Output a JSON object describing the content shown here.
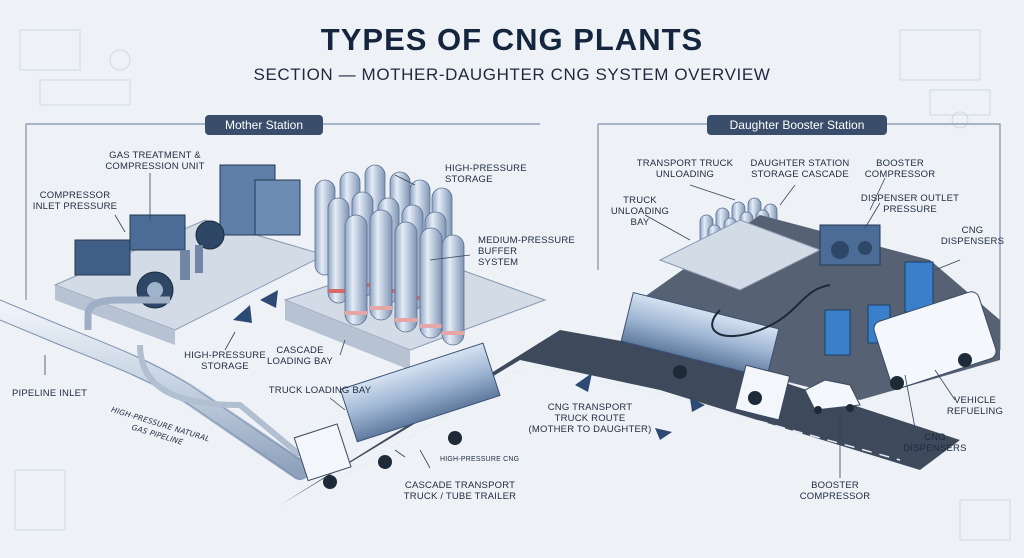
{
  "title": "TYPES OF CNG PLANTS",
  "subtitle": "SECTION — MOTHER-DAUGHTER CNG SYSTEM OVERVIEW",
  "mother": {
    "heading": "Mother Station",
    "labels": {
      "gas_treatment": "GAS TREATMENT &\nCOMPRESSION UNIT",
      "compressor_inlet": "COMPRESSOR\nINLET PRESSURE",
      "high_pressure_storage_top": "HIGH-PRESSURE\nSTORAGE",
      "medium_pressure_buffer": "MEDIUM-PRESSURE\nBUFFER\nSYSTEM",
      "high_pressure_storage_left": "HIGH-PRESSURE\nSTORAGE",
      "cascade_loading_bay": "CASCADE\nLOADING BAY",
      "truck_loading_bay": "TRUCK LOADING BAY",
      "pipeline_inlet": "PIPELINE INLET",
      "gas_pipeline": "HIGH-PRESSURE NATURAL\nGAS PIPELINE",
      "high_pressure_cng": "HIGH-PRESSURE CNG",
      "cascade_truck": "CASCADE TRANSPORT\nTRUCK / TUBE TRAILER"
    }
  },
  "route": {
    "label": "CNG TRANSPORT\nTRUCK ROUTE\n(MOTHER TO DAUGHTER)"
  },
  "daughter": {
    "heading": "Daughter Booster Station",
    "labels": {
      "transport_unloading": "TRANSPORT TRUCK\nUNLOADING",
      "storage_cascade": "DAUGHTER STATION\nSTORAGE CASCADE",
      "booster_compressor_top": "BOOSTER\nCOMPRESSOR",
      "truck_unloading_bay": "TRUCK\nUNLOADING BAY",
      "dispenser_outlet": "DISPENSER OUTLET\nPRESSURE",
      "cng_dispensers_top": "CNG\nDISPENSERS",
      "vehicle_refueling": "VEHICLE\nREFUELING",
      "cng_dispensers_bottom": "CNG\nDISPENSERS",
      "booster_compressor_bottom": "BOOSTER\nCOMPRESSOR"
    }
  },
  "colors": {
    "title": "#14253d",
    "pill": "#3a4d6b",
    "road": "#3e4a5c",
    "tank": "#b9c9de",
    "background": "#eef2f7"
  }
}
